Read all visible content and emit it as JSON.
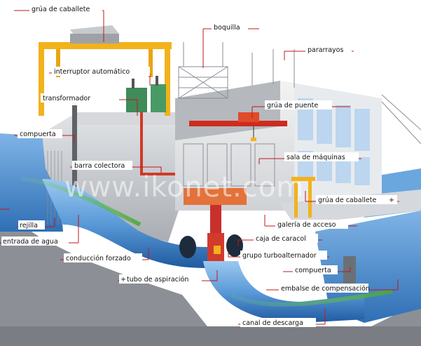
{
  "colors": {
    "accent": "#c0181c",
    "water": "#4f8fd0",
    "concrete": "#c9ccd0",
    "crane": "#f2b21b"
  },
  "watermark": "www.ikonet.com",
  "labels": {
    "grua_caballete_top": "grúa de caballete",
    "boquilla": "boquilla",
    "pararrayos": "pararrayos",
    "interruptor": "interruptor automático",
    "transformador": "transformador",
    "grua_puente": "grúa de puente",
    "compuerta_left": "compuerta",
    "sala_maquinas": "sala de máquinas",
    "barra_colectora": "barra colectora",
    "grua_caballete_right": "grúa de caballete",
    "rejilla": "rejilla",
    "galeria": "galería de acceso",
    "entrada_agua": "entrada de agua",
    "caja_caracol": "caja de caracol",
    "conduccion": "conducción forzado",
    "grupo_turbo": "grupo turboalternador",
    "compuerta_right": "compuerta",
    "tubo_aspiracion": "tubo de aspiración",
    "embalse": "embalse de compensación",
    "canal_descarga": "canal de descarga"
  }
}
